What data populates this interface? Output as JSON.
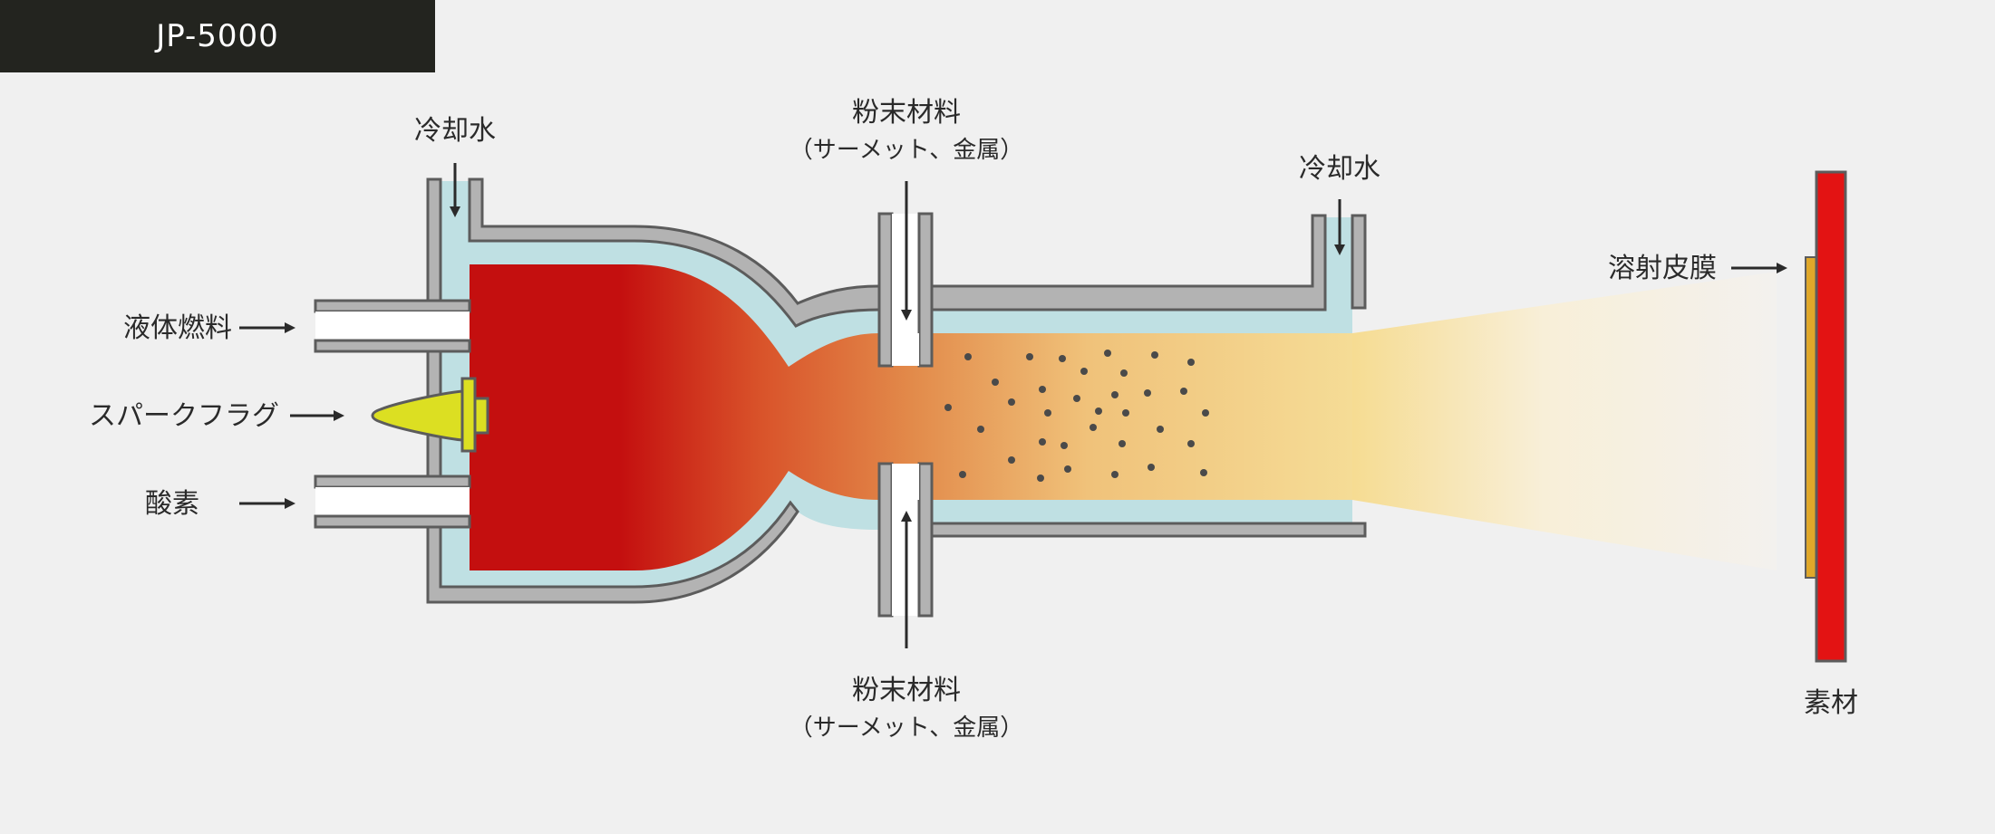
{
  "title": "JP-5000",
  "labels": {
    "cooling_water_left": "冷却水",
    "cooling_water_right": "冷却水",
    "powder_top_line1": "粉末材料",
    "powder_top_line2": "（サーメット、金属）",
    "powder_bottom_line1": "粉末材料",
    "powder_bottom_line2": "（サーメット、金属）",
    "liquid_fuel": "液体燃料",
    "spark_plug": "スパークフラグ",
    "oxygen": "酸素",
    "sprayed_coating": "溶射皮膜",
    "substrate": "素材"
  },
  "colors": {
    "title_bg": "#23241f",
    "background": "#f0f0f0",
    "wall_fill": "#b3b3b3",
    "wall_stroke": "#5c5c5c",
    "coolant": "#bfe0e3",
    "flame_hot": "#c40f0f",
    "flame_mid": "#e07a3c",
    "flame_cool": "#f5dc96",
    "spark_plug": "#dcdf22",
    "coating": "#e0a82a",
    "substrate": "#e31313",
    "particles": "#4a4a4a"
  }
}
